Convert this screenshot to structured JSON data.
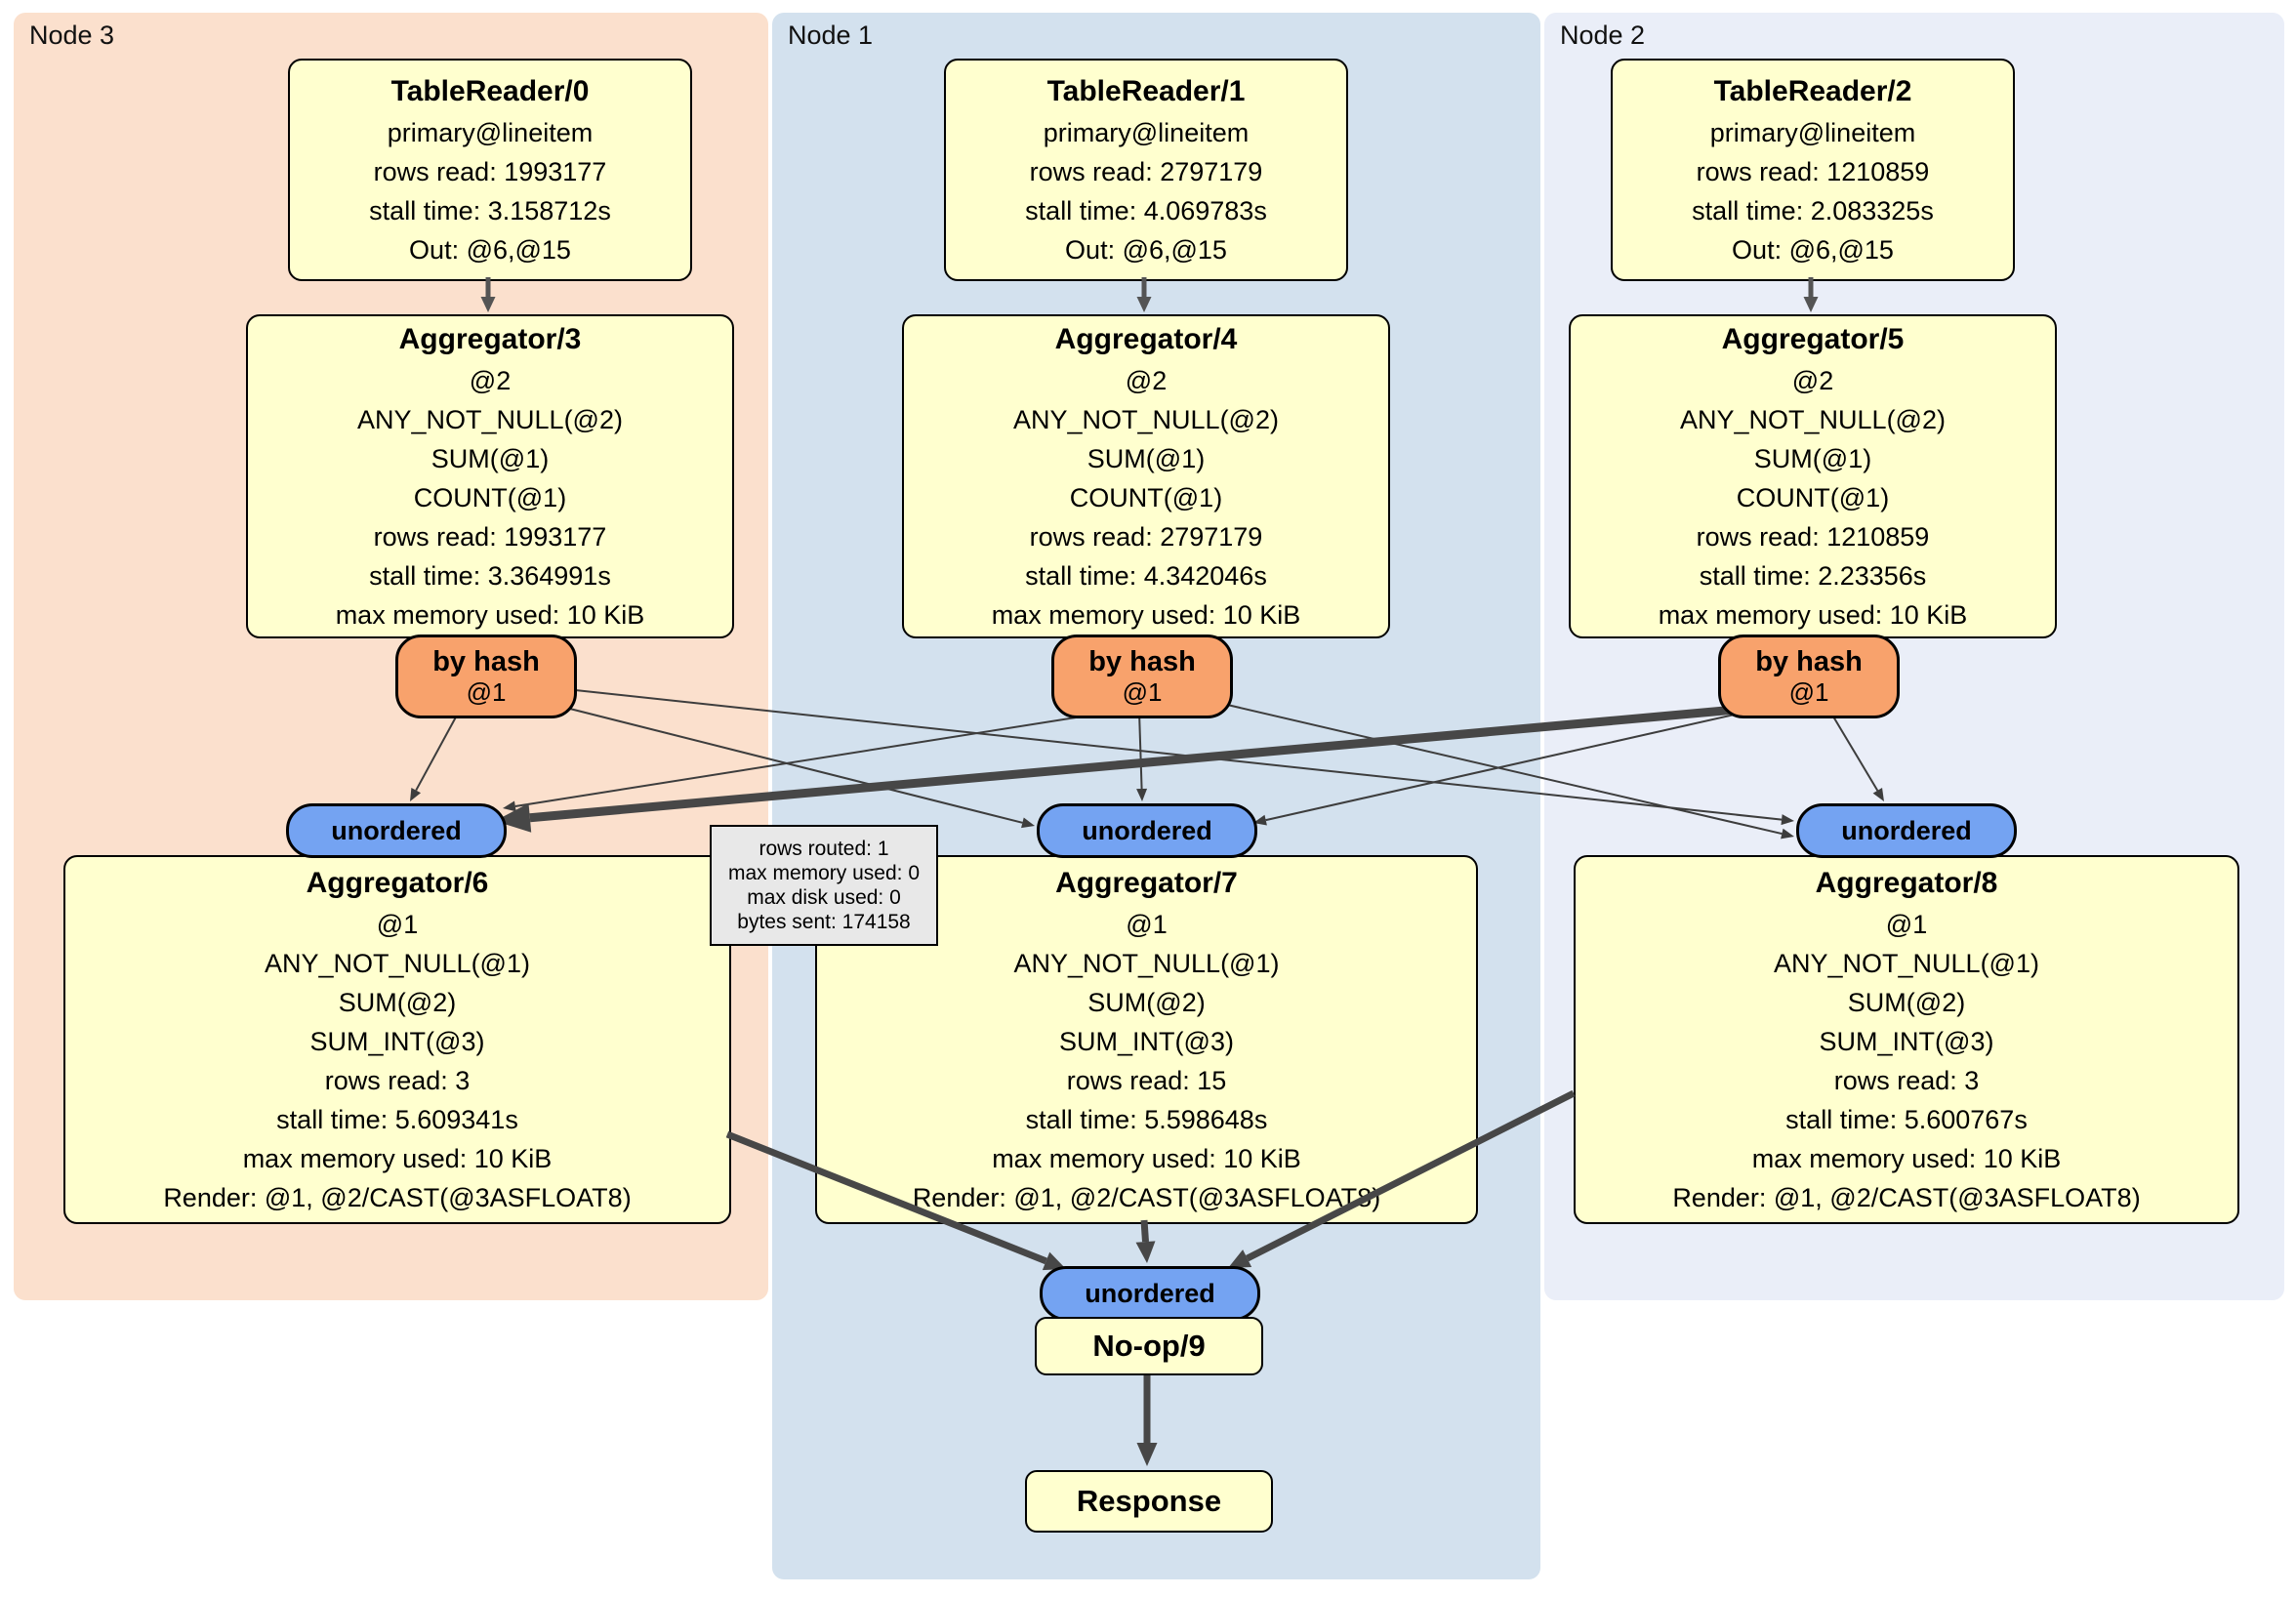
{
  "panels": {
    "node3": {
      "label": "Node 3"
    },
    "node1": {
      "label": "Node 1"
    },
    "node2": {
      "label": "Node 2"
    }
  },
  "nodes": {
    "tablereader0": {
      "title": "TableReader/0",
      "lines": [
        "primary@lineitem",
        "rows read: 1993177",
        "stall time: 3.158712s",
        "Out: @6,@15"
      ]
    },
    "tablereader1": {
      "title": "TableReader/1",
      "lines": [
        "primary@lineitem",
        "rows read: 2797179",
        "stall time: 4.069783s",
        "Out: @6,@15"
      ]
    },
    "tablereader2": {
      "title": "TableReader/2",
      "lines": [
        "primary@lineitem",
        "rows read: 1210859",
        "stall time: 2.083325s",
        "Out: @6,@15"
      ]
    },
    "aggregator3": {
      "title": "Aggregator/3",
      "lines": [
        "@2",
        "ANY_NOT_NULL(@2)",
        "SUM(@1)",
        "COUNT(@1)",
        "rows read: 1993177",
        "stall time: 3.364991s",
        "max memory used: 10 KiB"
      ]
    },
    "aggregator4": {
      "title": "Aggregator/4",
      "lines": [
        "@2",
        "ANY_NOT_NULL(@2)",
        "SUM(@1)",
        "COUNT(@1)",
        "rows read: 2797179",
        "stall time: 4.342046s",
        "max memory used: 10 KiB"
      ]
    },
    "aggregator5": {
      "title": "Aggregator/5",
      "lines": [
        "@2",
        "ANY_NOT_NULL(@2)",
        "SUM(@1)",
        "COUNT(@1)",
        "rows read: 1210859",
        "stall time: 2.23356s",
        "max memory used: 10 KiB"
      ]
    },
    "byhash": {
      "title": "by hash",
      "sub": "@1"
    },
    "unordered_label": "unordered",
    "aggregator6": {
      "title": "Aggregator/6",
      "lines": [
        "@1",
        "ANY_NOT_NULL(@1)",
        "SUM(@2)",
        "SUM_INT(@3)",
        "rows read: 3",
        "stall time: 5.609341s",
        "max memory used: 10 KiB",
        "Render: @1, @2/CAST(@3ASFLOAT8)"
      ]
    },
    "aggregator7": {
      "title": "Aggregator/7",
      "lines": [
        "@1",
        "ANY_NOT_NULL(@1)",
        "SUM(@2)",
        "SUM_INT(@3)",
        "rows read: 15",
        "stall time: 5.598648s",
        "max memory used: 10 KiB",
        "Render: @1, @2/CAST(@3ASFLOAT8)"
      ]
    },
    "aggregator8": {
      "title": "Aggregator/8",
      "lines": [
        "@1",
        "ANY_NOT_NULL(@1)",
        "SUM(@2)",
        "SUM_INT(@3)",
        "rows read: 3",
        "stall time: 5.600767s",
        "max memory used: 10 KiB",
        "Render: @1, @2/CAST(@3ASFLOAT8)"
      ]
    },
    "noop": {
      "title": "No-op/9"
    },
    "response": {
      "title": "Response"
    }
  },
  "tooltip": {
    "lines": [
      "rows routed: 1",
      "max memory used: 0",
      "max disk used: 0",
      "bytes sent: 174158"
    ]
  },
  "colors": {
    "panel_node3": "#fbe0cd",
    "panel_node1": "#d3e1ee",
    "panel_node2": "#eaeef8",
    "node_fill": "#ffffcf",
    "byhash_fill": "#f8a26c",
    "unordered_fill": "#74a3f2",
    "tooltip_fill": "#e8e8e8",
    "edge_thin": "#3d3d3d",
    "edge_thick": "#474747",
    "edge_arrow": "#545454"
  }
}
